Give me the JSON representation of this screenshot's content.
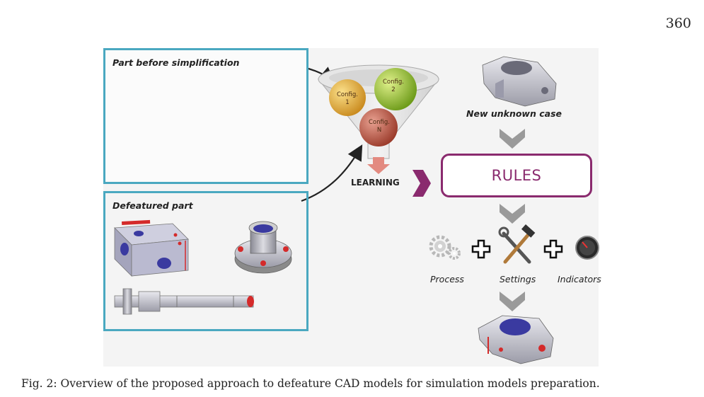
{
  "page_number": "360",
  "boxes": {
    "before": {
      "label": "Part before simplification"
    },
    "defeatured": {
      "label": "Defeatured part"
    }
  },
  "funnel": {
    "balls": [
      {
        "line1": "Config.",
        "line2": "1",
        "color": "#e2a83a"
      },
      {
        "line1": "Config.",
        "line2": "2",
        "color": "#9cc23a"
      },
      {
        "line1": "Config.",
        "line2": "N",
        "color": "#c0604a"
      }
    ],
    "output_label": "LEARNING"
  },
  "workflow": {
    "new_case_label": "New unknown case",
    "rules_label": "RULES",
    "inputs": [
      "Process",
      "Settings",
      "Indicators"
    ]
  },
  "caption": "Fig. 2:   Overview of the proposed approach to defeature CAD models for simulation models preparation.",
  "colors": {
    "box_border": "#4aa8c0",
    "rules_border": "#8a2a6e",
    "chevron": "#8a2a6e",
    "down_arrow": "#9a9a9a",
    "defeat_highlight": "#d42a2a"
  }
}
